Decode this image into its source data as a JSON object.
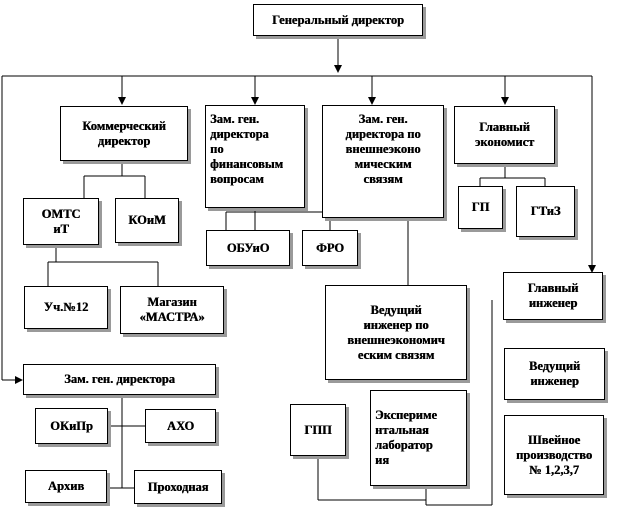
{
  "org_chart": {
    "general_director": "Генеральный директор",
    "commercial_director": "Коммерческий\nдиректор",
    "deputy_finance": "Зам. ген.\nдиректора\nпо\nфинансовым\nвопросам",
    "deputy_foreign": "Зам. ген.\nдиректора по\nвнешнеэконо\nмическим\nсвязям",
    "chief_economist": "Главный\nэкономист",
    "omts": "ОМТС\nиТ",
    "koim": "КОиМ",
    "gp": "ГП",
    "gtiz": "ГТиЗ",
    "obuio": "ОБУиО",
    "fro": "ФРО",
    "uch12": "Уч.№12",
    "shop": "Магазин\n«МАСТРА»",
    "lead_engineer_foreign": "Ведущий\nинженер по\nвнешнеэкономич\nеским связям",
    "chief_engineer": "Главный\nинженер",
    "lead_engineer": "Ведущий\nинженер",
    "sewing": "Швейное\nпроизводство\n№ 1,2,3,7",
    "deputy_general": "Зам. ген. директора",
    "okipr": "ОКиПр",
    "aho": "АХО",
    "archive": "Архив",
    "checkpoint": "Проходная",
    "gpp": "ГПП",
    "lab": "Экспериме\nнтальная\nлаборатор\nия"
  }
}
